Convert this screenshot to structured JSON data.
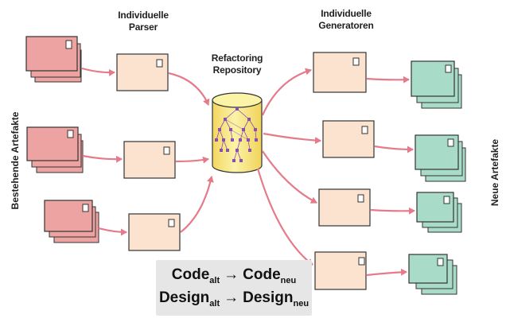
{
  "labels": {
    "parser_line1": "Individuelle",
    "parser_line2": "Parser",
    "generator_line1": "Individuelle",
    "generator_line2": "Generatoren",
    "repository_line1": "Refactoring",
    "repository_line2": "Repository",
    "left_vertical": "Bestehende  Artefakte",
    "right_vertical": "Neue Artefakte"
  },
  "formula": {
    "row1": {
      "base1": "Code",
      "sub1": "alt",
      "arrow": "→",
      "base2": "Code",
      "sub2": "neu"
    },
    "row2": {
      "base1": "Design",
      "sub1": "alt",
      "arrow": "→",
      "base2": "Design",
      "sub2": "neu"
    }
  },
  "colors": {
    "existing_artifact": "#eda3a1",
    "parser_box": "#fbe3cf",
    "generator_box": "#fbe3cf",
    "new_artifact": "#a9dcc8",
    "repository": "#f9ec8a",
    "arrow": "#e57b8a",
    "tree_node": "#8a4db0"
  }
}
